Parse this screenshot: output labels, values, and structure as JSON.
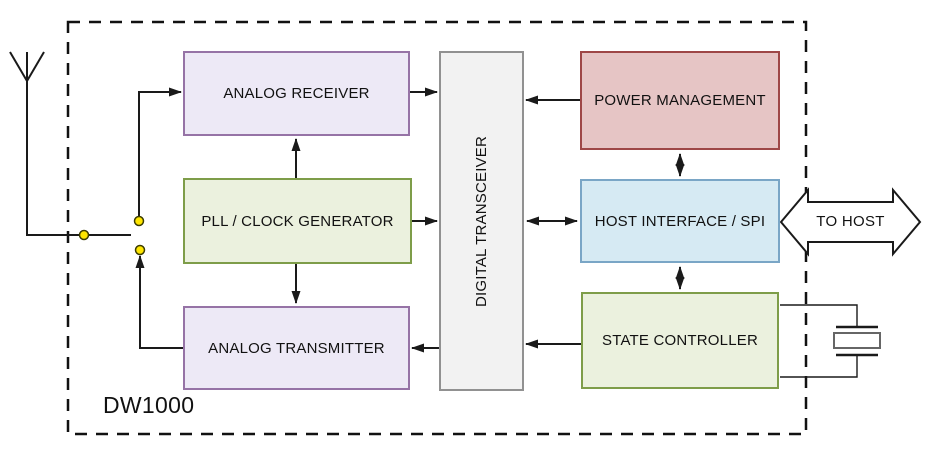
{
  "diagram": {
    "chip_label": "DW1000",
    "blocks": {
      "analog_receiver": {
        "label": "ANALOG RECEIVER",
        "fill": "#EDE9F6",
        "stroke": "#9673A6"
      },
      "pll_clock_generator": {
        "label": "PLL / CLOCK GENERATOR",
        "fill": "#EBF1DE",
        "stroke": "#7E9D49"
      },
      "analog_transmitter": {
        "label": "ANALOG TRANSMITTER",
        "fill": "#EDE9F6",
        "stroke": "#9673A6"
      },
      "digital_transceiver": {
        "label": "DIGITAL TRANSCEIVER",
        "fill": "#F2F2F2",
        "stroke": "#919191"
      },
      "power_management": {
        "label": "POWER MANAGEMENT",
        "fill": "#E6C5C5",
        "stroke": "#9E4747"
      },
      "host_interface_spi": {
        "label": "HOST INTERFACE / SPI",
        "fill": "#D6EAF3",
        "stroke": "#7AA6C6"
      },
      "state_controller": {
        "label": "STATE CONTROLLER",
        "fill": "#EBF1DE",
        "stroke": "#7E9D49"
      }
    },
    "external": {
      "to_host_label": "TO HOST"
    },
    "symbols": [
      "antenna-icon",
      "rf-switch-contacts",
      "crystal-icon",
      "to-host-arrow"
    ],
    "style": {
      "wire_color": "#1a1a1a",
      "switch_contact_fill": "#FFE600",
      "switch_contact_stroke": "#3d3d00",
      "crystal_stroke": "#666666",
      "boundary_style": "dashed"
    },
    "connections": [
      {
        "from": "antenna",
        "to": "rf_switch",
        "type": "wire"
      },
      {
        "from": "rf_switch",
        "to": "analog_receiver",
        "type": "arrow"
      },
      {
        "from": "analog_transmitter",
        "to": "rf_switch",
        "type": "arrow"
      },
      {
        "from": "analog_receiver",
        "to": "digital_transceiver",
        "type": "arrow"
      },
      {
        "from": "pll_clock_generator",
        "to": "analog_receiver",
        "type": "arrow"
      },
      {
        "from": "pll_clock_generator",
        "to": "analog_transmitter",
        "type": "arrow"
      },
      {
        "from": "pll_clock_generator",
        "to": "digital_transceiver",
        "type": "arrow"
      },
      {
        "from": "digital_transceiver",
        "to": "analog_transmitter",
        "type": "arrow"
      },
      {
        "from": "power_management",
        "to": "digital_transceiver",
        "type": "arrow"
      },
      {
        "from": "power_management",
        "to": "host_interface_spi",
        "type": "bidirectional"
      },
      {
        "from": "digital_transceiver",
        "to": "host_interface_spi",
        "type": "bidirectional"
      },
      {
        "from": "host_interface_spi",
        "to": "state_controller",
        "type": "bidirectional"
      },
      {
        "from": "state_controller",
        "to": "digital_transceiver",
        "type": "arrow"
      },
      {
        "from": "host_interface_spi",
        "to": "to_host",
        "type": "bidirectional"
      },
      {
        "from": "state_controller",
        "to": "crystal",
        "type": "wire"
      }
    ]
  }
}
